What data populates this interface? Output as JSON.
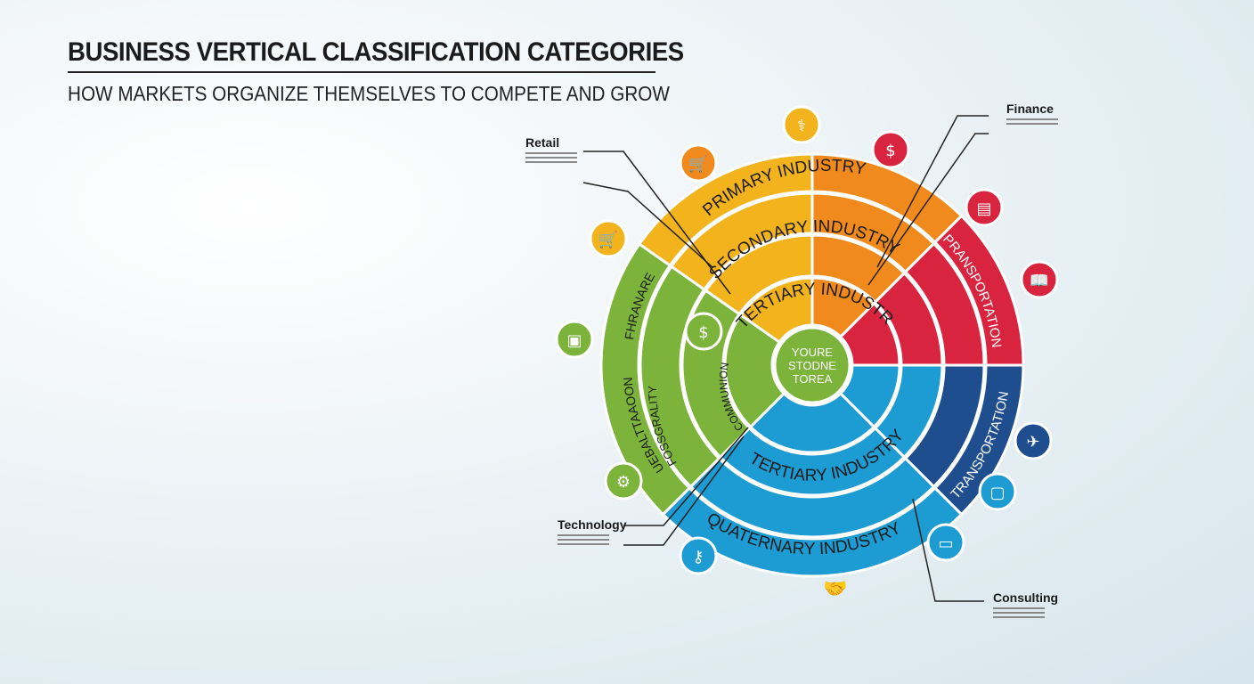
{
  "header": {
    "title": "BUSINESS VERTICAL CLASSIFICATION CATEGORIES",
    "subtitle": "HOW MARKETS ORGANIZE THEMSELVES TO COMPETE AND GROW"
  },
  "callouts": {
    "retail": "Retail",
    "finance": "Finance",
    "technology": "Technology",
    "consulting": "Consulting"
  },
  "rings": {
    "primary": "PRIMARY INDUSTRY",
    "secondary": "SECONDARY INDUSTRY",
    "tertiary_top": "TERTIARY INDUSTRY",
    "tertiary_bottom": "TERTIARY INDUSTRY",
    "quaternary": "QUATERNARY INDUSTRY",
    "transport_red": "PRANSPORTATION",
    "transport_blue": "TRANSPORTATION",
    "green_outer": "UEBALTTAAOON",
    "green_outer2": "FHRANARE",
    "green_mid": "FOSSGRALITY",
    "green_inner": "COMMUNION"
  },
  "center": {
    "line1": "YOURE",
    "line2": "STODNE",
    "line3": "TOREA"
  },
  "colors": {
    "yellow": "#f2b31c",
    "orange": "#f08a1c",
    "red": "#d9243f",
    "green": "#7cb33a",
    "blue": "#1d9bd3",
    "navy": "#1f4e8f"
  },
  "icons": [
    "caduceus-icon",
    "dollar-icon",
    "cart-icon",
    "cart-icon",
    "box-icon",
    "calculator-icon",
    "book-icon",
    "airplane-icon",
    "monitor-icon",
    "bed-icon",
    "key-icon",
    "handshake-icon",
    "person-icon"
  ]
}
